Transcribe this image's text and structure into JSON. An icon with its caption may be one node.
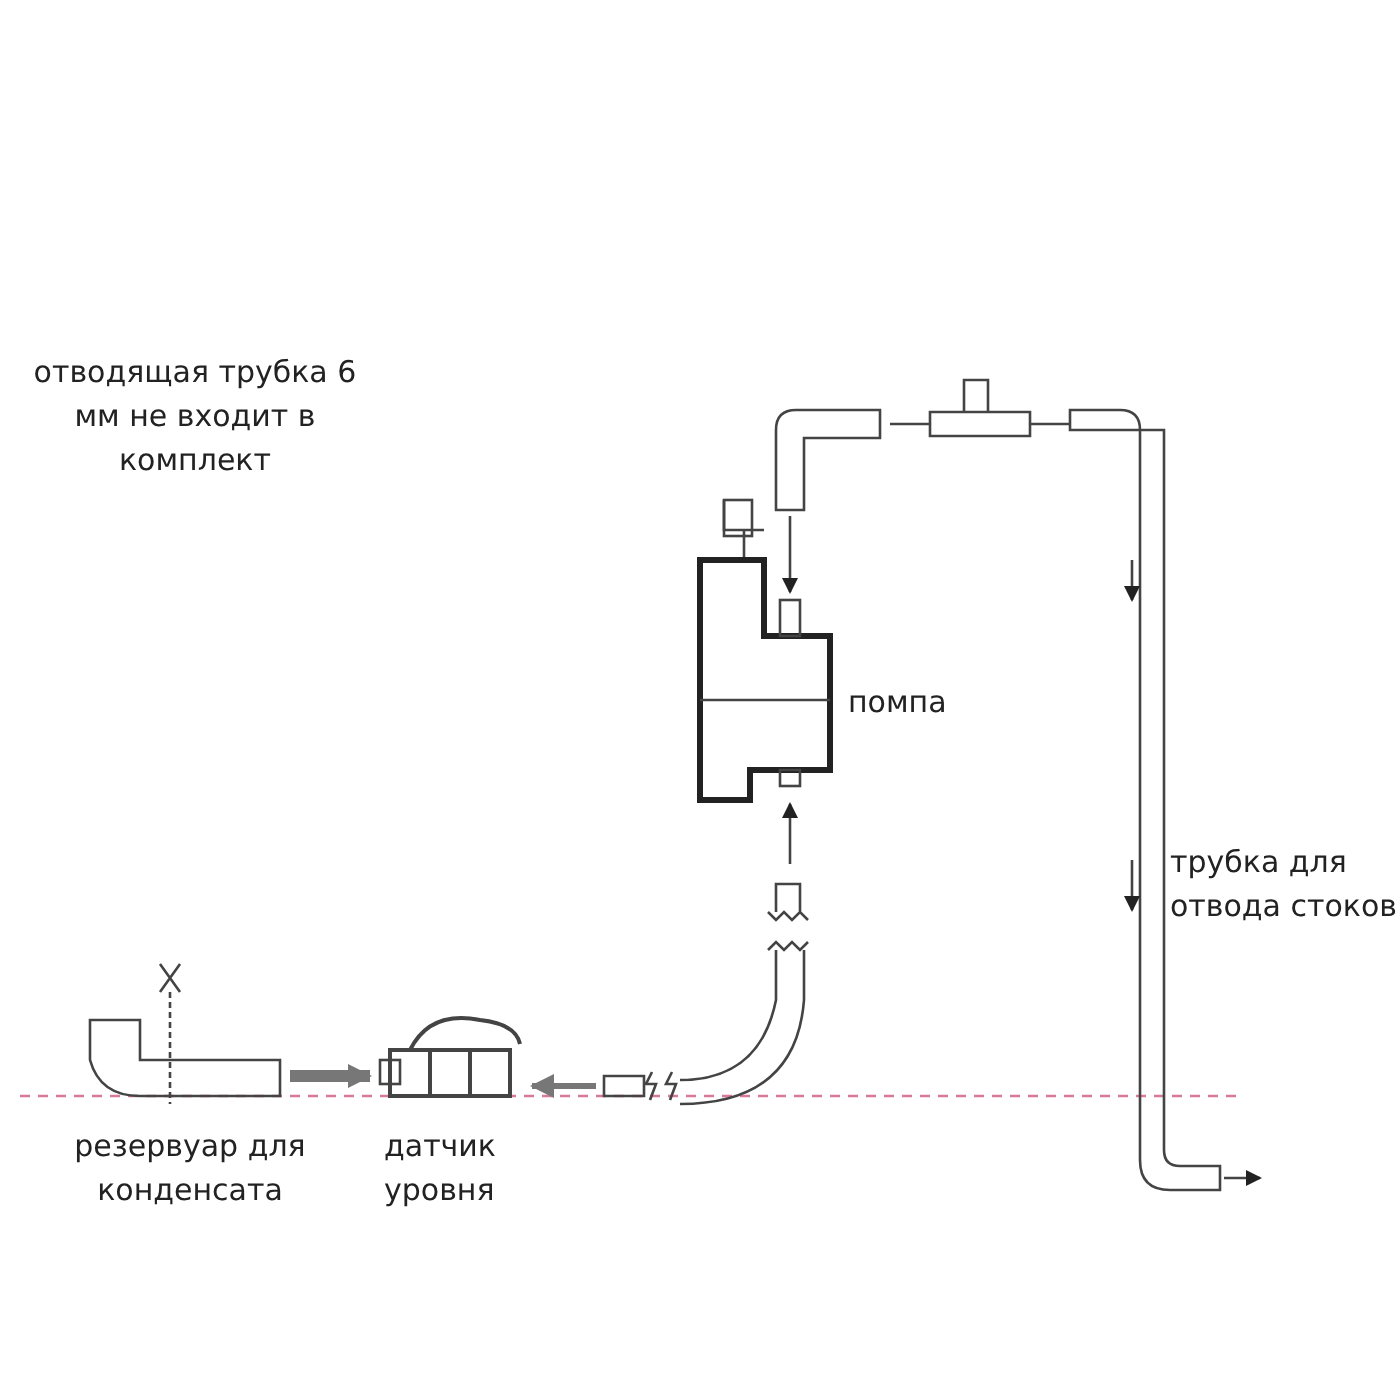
{
  "diagram": {
    "labels": [
      "отводящая трубка 6 мм не входит в комплект",
      "помпа",
      "трубка для отвода стоков",
      "резервуар для конденсата",
      "датчик уровня"
    ]
  }
}
